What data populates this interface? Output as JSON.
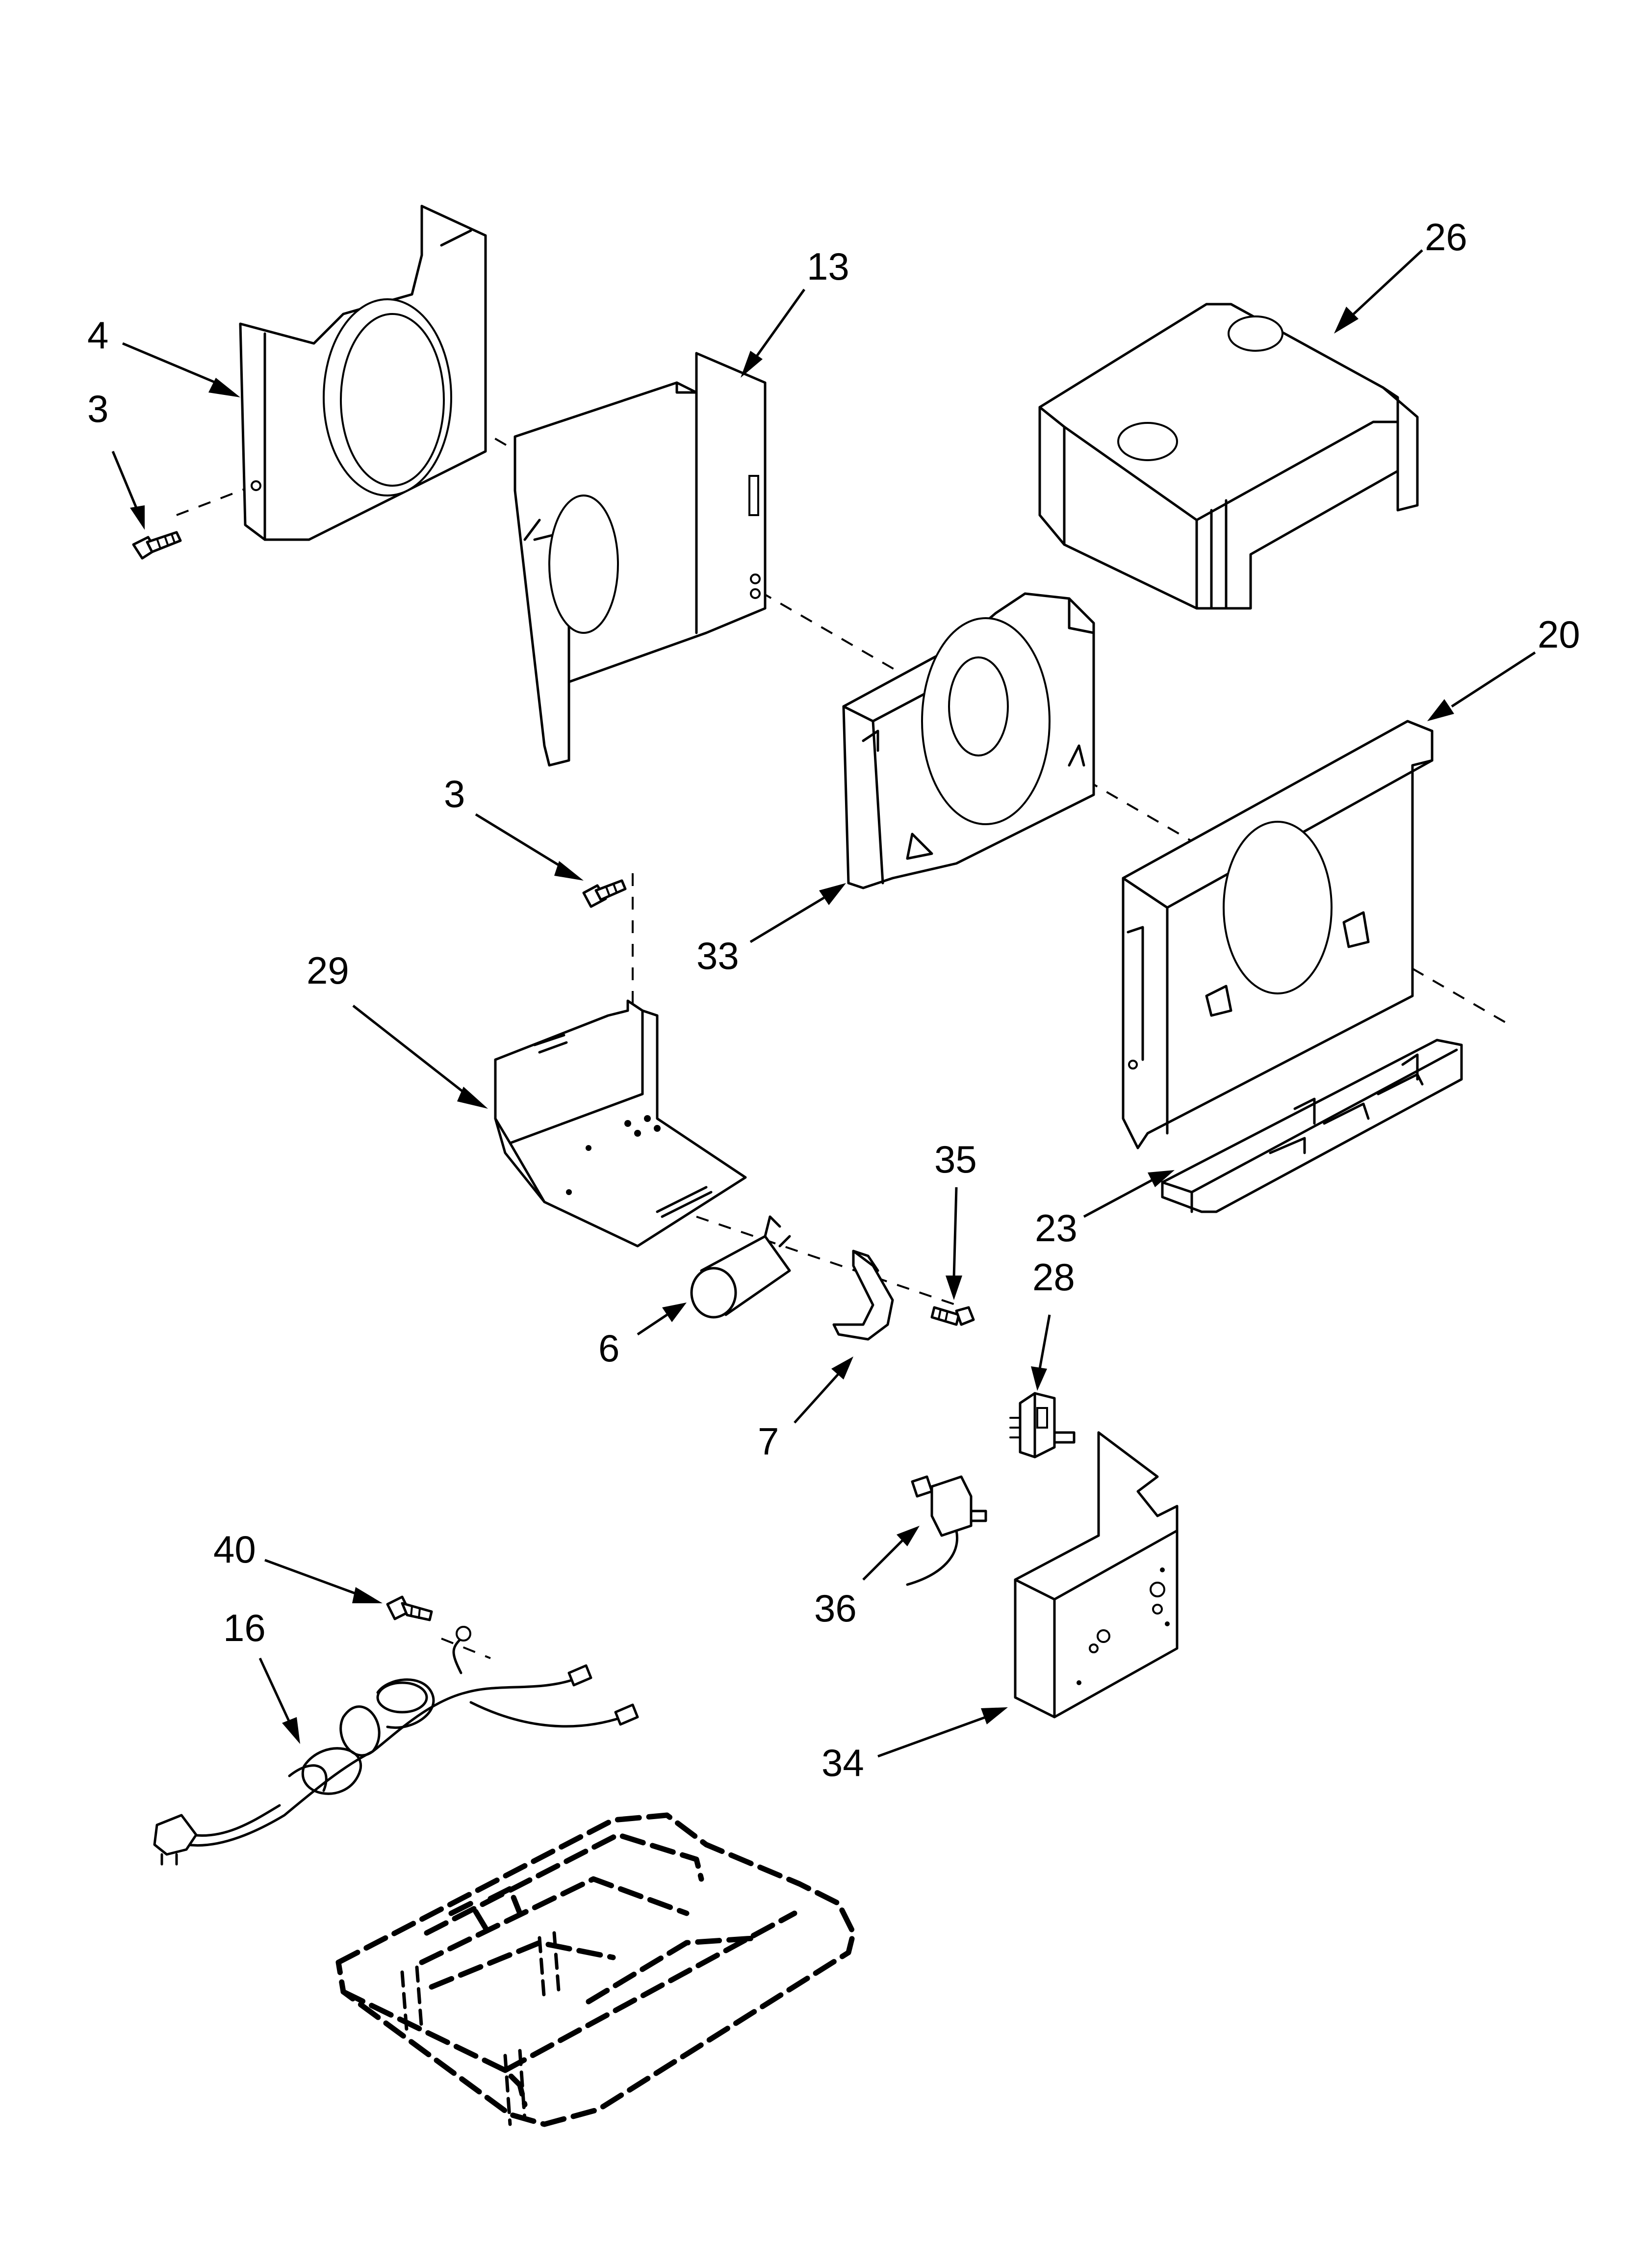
{
  "callouts": [
    {
      "id": "4",
      "label": "4"
    },
    {
      "id": "3a",
      "label": "3"
    },
    {
      "id": "13",
      "label": "13"
    },
    {
      "id": "26",
      "label": "26"
    },
    {
      "id": "20",
      "label": "20"
    },
    {
      "id": "3b",
      "label": "3"
    },
    {
      "id": "33",
      "label": "33"
    },
    {
      "id": "29",
      "label": "29"
    },
    {
      "id": "35",
      "label": "35"
    },
    {
      "id": "23",
      "label": "23"
    },
    {
      "id": "28",
      "label": "28"
    },
    {
      "id": "6",
      "label": "6"
    },
    {
      "id": "7",
      "label": "7"
    },
    {
      "id": "40",
      "label": "40"
    },
    {
      "id": "36",
      "label": "36"
    },
    {
      "id": "16",
      "label": "16"
    },
    {
      "id": "34",
      "label": "34"
    }
  ]
}
